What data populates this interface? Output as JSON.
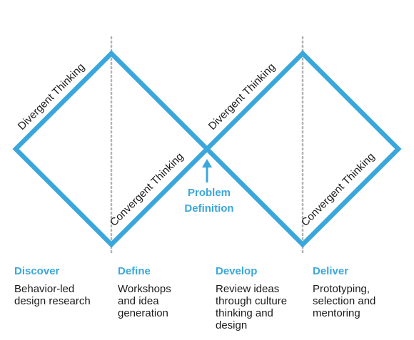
{
  "colors": {
    "diamond": "#3aa7dc",
    "divider": "#b3b3b3",
    "accent": "#3aa7dc",
    "text": "#1a1a1a"
  },
  "labels": {
    "divergent_1": "Divergent Thinking",
    "convergent_1": "Convergent Thinking",
    "divergent_2": "Divergent Thinking",
    "convergent_2": "Convergent Thinking",
    "problem_line1": "Problem",
    "problem_line2": "Definition"
  },
  "arrow_icon": "arrow-up-icon",
  "phases": [
    {
      "title": "Discover",
      "description": "Behavior-led design research"
    },
    {
      "title": "Define",
      "description": "Workshops and idea generation"
    },
    {
      "title": "Develop",
      "description": "Review ideas through culture thinking and design"
    },
    {
      "title": "Deliver",
      "description": "Prototyping, selection and mentoring"
    }
  ]
}
